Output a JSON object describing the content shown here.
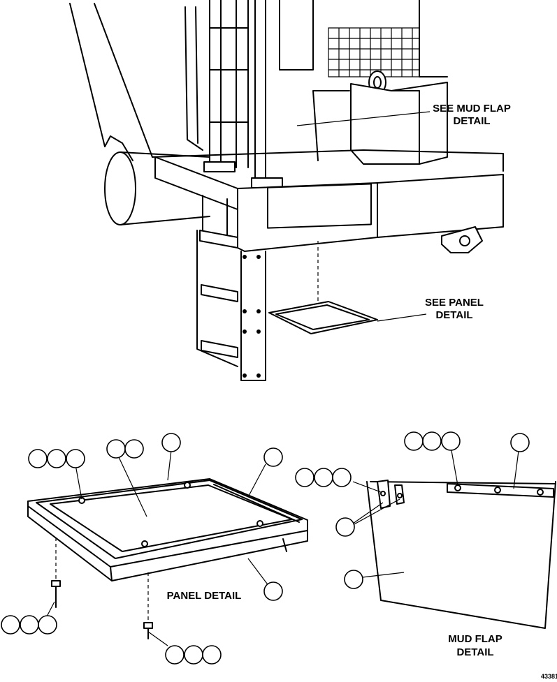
{
  "labels": {
    "see_mud_flap_line1": "SEE MUD FLAP",
    "see_mud_flap_line2": "DETAIL",
    "see_panel_line1": "SEE PANEL",
    "see_panel_line2": "DETAIL",
    "panel_detail": "PANEL DETAIL",
    "mud_flap_line1": "MUD FLAP",
    "mud_flap_line2": "DETAIL",
    "figure_number": "43381"
  }
}
